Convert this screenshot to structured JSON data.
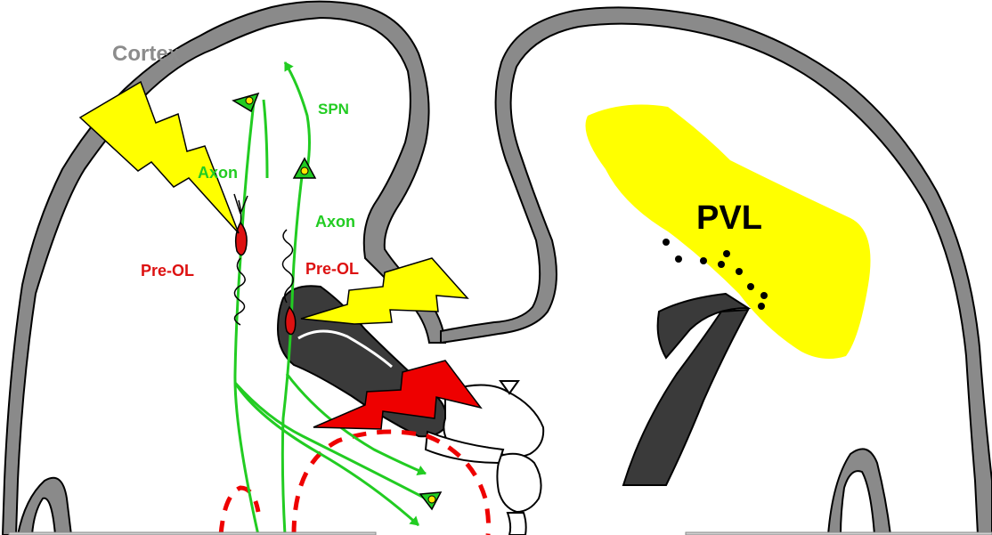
{
  "labels": {
    "cortex": "Cortex",
    "spn": "SPN",
    "axon_upper": "Axon",
    "axon_lower": "Axon",
    "pre_ol_left": "Pre-OL",
    "pre_ol_right": "Pre-OL",
    "pvl": "PVL"
  },
  "colors": {
    "cortex_gray": "#8a8a8a",
    "neuron_green": "#22cc22",
    "soma_yellow": "#ffe600",
    "pre_ol_red": "#dd1111",
    "cortex_label": "#8c8c8c",
    "lesion_yellow": "#ffff00",
    "lightning_yellow": "#ffff00",
    "lightning_red": "#ee0000",
    "ventricle_dark": "#3a3a3a"
  },
  "icons": [
    "lightning-bolt-icon",
    "neuron-soma-icon",
    "ventricle-triangle-icon"
  ]
}
